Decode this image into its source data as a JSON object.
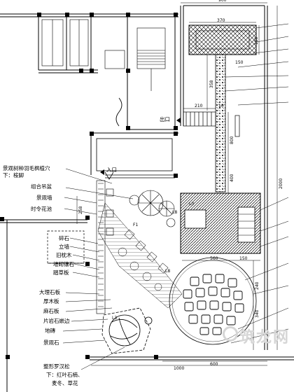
{
  "labels": {
    "plant_note_1a": "景观树种羽毛枫植穴",
    "plant_note_1b": "下：桉脚",
    "combo_planter": "组合吊盆",
    "landscape_wall": "景观墙",
    "seasonal_flowers": "时令花池",
    "stone_tile": "碎石",
    "vertical_wall": "立墙",
    "old_timber": "旧枕木",
    "step_cut_stone": "堆砌镶石",
    "turf_board": "踏草板",
    "marble_slab": "大理石板",
    "thick_wood": "厚木板",
    "fine_stone_slab": "麻石板",
    "flagstone_edge": "片岩石嵌边",
    "paving_stone": "地磚",
    "landscape_rock": "景观石",
    "planter_note_a": "整形罗汉松",
    "planter_note_b": "下：红叶石楠、",
    "planter_note_c": "麦冬、草花",
    "exit": "出口",
    "entrance": "入口"
  },
  "dimensions": {
    "top_total": "900",
    "pergola_width": "370",
    "pergola_side": "150",
    "pergola_right": "150",
    "walk_length": "358",
    "step_210": "210",
    "step_10": "10",
    "wall_800": "800",
    "wall_400": "400",
    "right_2000": "2000",
    "left_258": "258",
    "mid_560": "560",
    "mid_150": "150",
    "right_240": "240",
    "right_340": "340",
    "bottom_total": "1000",
    "bottom_600": "600"
  },
  "markers": {
    "l3": "L3",
    "l8a": "L8",
    "l8b": "L8",
    "f1": "F1",
    "l3b": "L3"
  },
  "watermark": {
    "text": "筑龙网"
  }
}
